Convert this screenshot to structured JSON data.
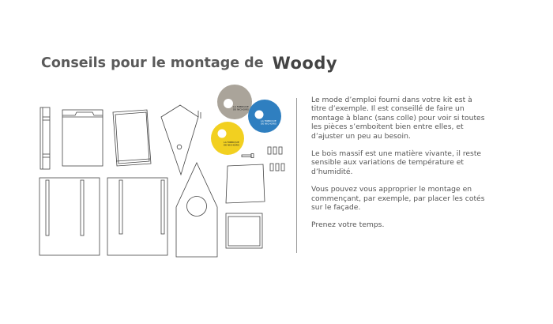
{
  "title": {
    "text": "Conseils pour le montage de",
    "brand": "Woody"
  },
  "discs": {
    "grey": {
      "color": "#aaa49a",
      "label_line1": "LA FABRIQUE",
      "label_line2": "DE NICHOIRS"
    },
    "blue": {
      "color": "#2f7fc0",
      "label_line1": "LA FABRIQUE",
      "label_line2": "DE NICHOIRS"
    },
    "yellow": {
      "color": "#f2d020",
      "label_line1": "LA FABRIQUE",
      "label_line2": "DE NICHOIRS"
    }
  },
  "paragraphs": [
    "Le mode d’emploi fourni dans votre kit est à titre d’exemple. Il est conseillé de faire un montage à blanc (sans colle) pour voir si toutes les pièces s’emboitent bien entre elles, et d’ajuster un peu au besoin.",
    "Le bois massif est une matière vivante, il reste sensible aux variations de température et d’humidité.",
    "Vous pouvez vous approprier le montage en commençant, par exemple, par placer les cotés sur le façade.",
    "Prenez votre temps."
  ]
}
